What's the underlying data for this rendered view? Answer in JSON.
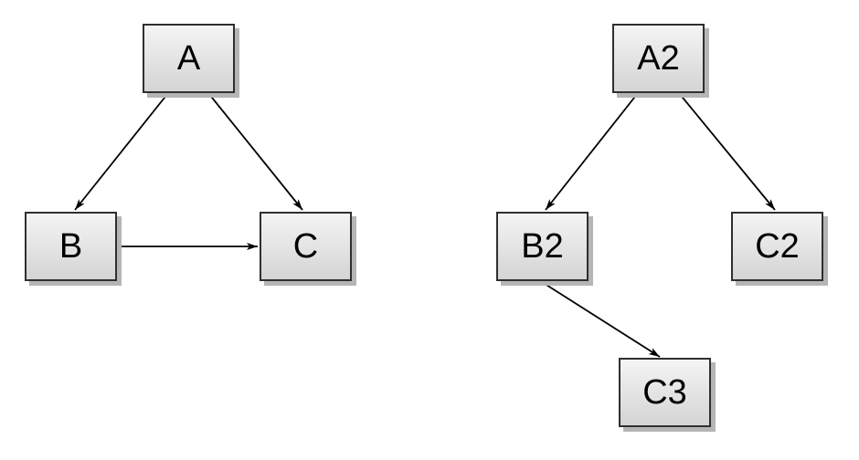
{
  "diagram": {
    "nodes": [
      {
        "id": "A",
        "label": "A"
      },
      {
        "id": "B",
        "label": "B"
      },
      {
        "id": "C",
        "label": "C"
      },
      {
        "id": "A2",
        "label": "A2"
      },
      {
        "id": "B2",
        "label": "B2"
      },
      {
        "id": "C2",
        "label": "C2"
      },
      {
        "id": "C3",
        "label": "C3"
      }
    ],
    "edges": [
      {
        "from": "A",
        "to": "B"
      },
      {
        "from": "A",
        "to": "C"
      },
      {
        "from": "B",
        "to": "C"
      },
      {
        "from": "A2",
        "to": "B2"
      },
      {
        "from": "A2",
        "to": "C2"
      },
      {
        "from": "B2",
        "to": "C3"
      }
    ],
    "colors": {
      "background": "#ffffff",
      "node_fill_top": "#f4f4f4",
      "node_fill_bottom": "#d4d4d4",
      "node_border": "#2f2f2f",
      "node_shadow": "#b5b5b5",
      "edge_stroke": "#000000",
      "label_text": "#000000"
    }
  }
}
